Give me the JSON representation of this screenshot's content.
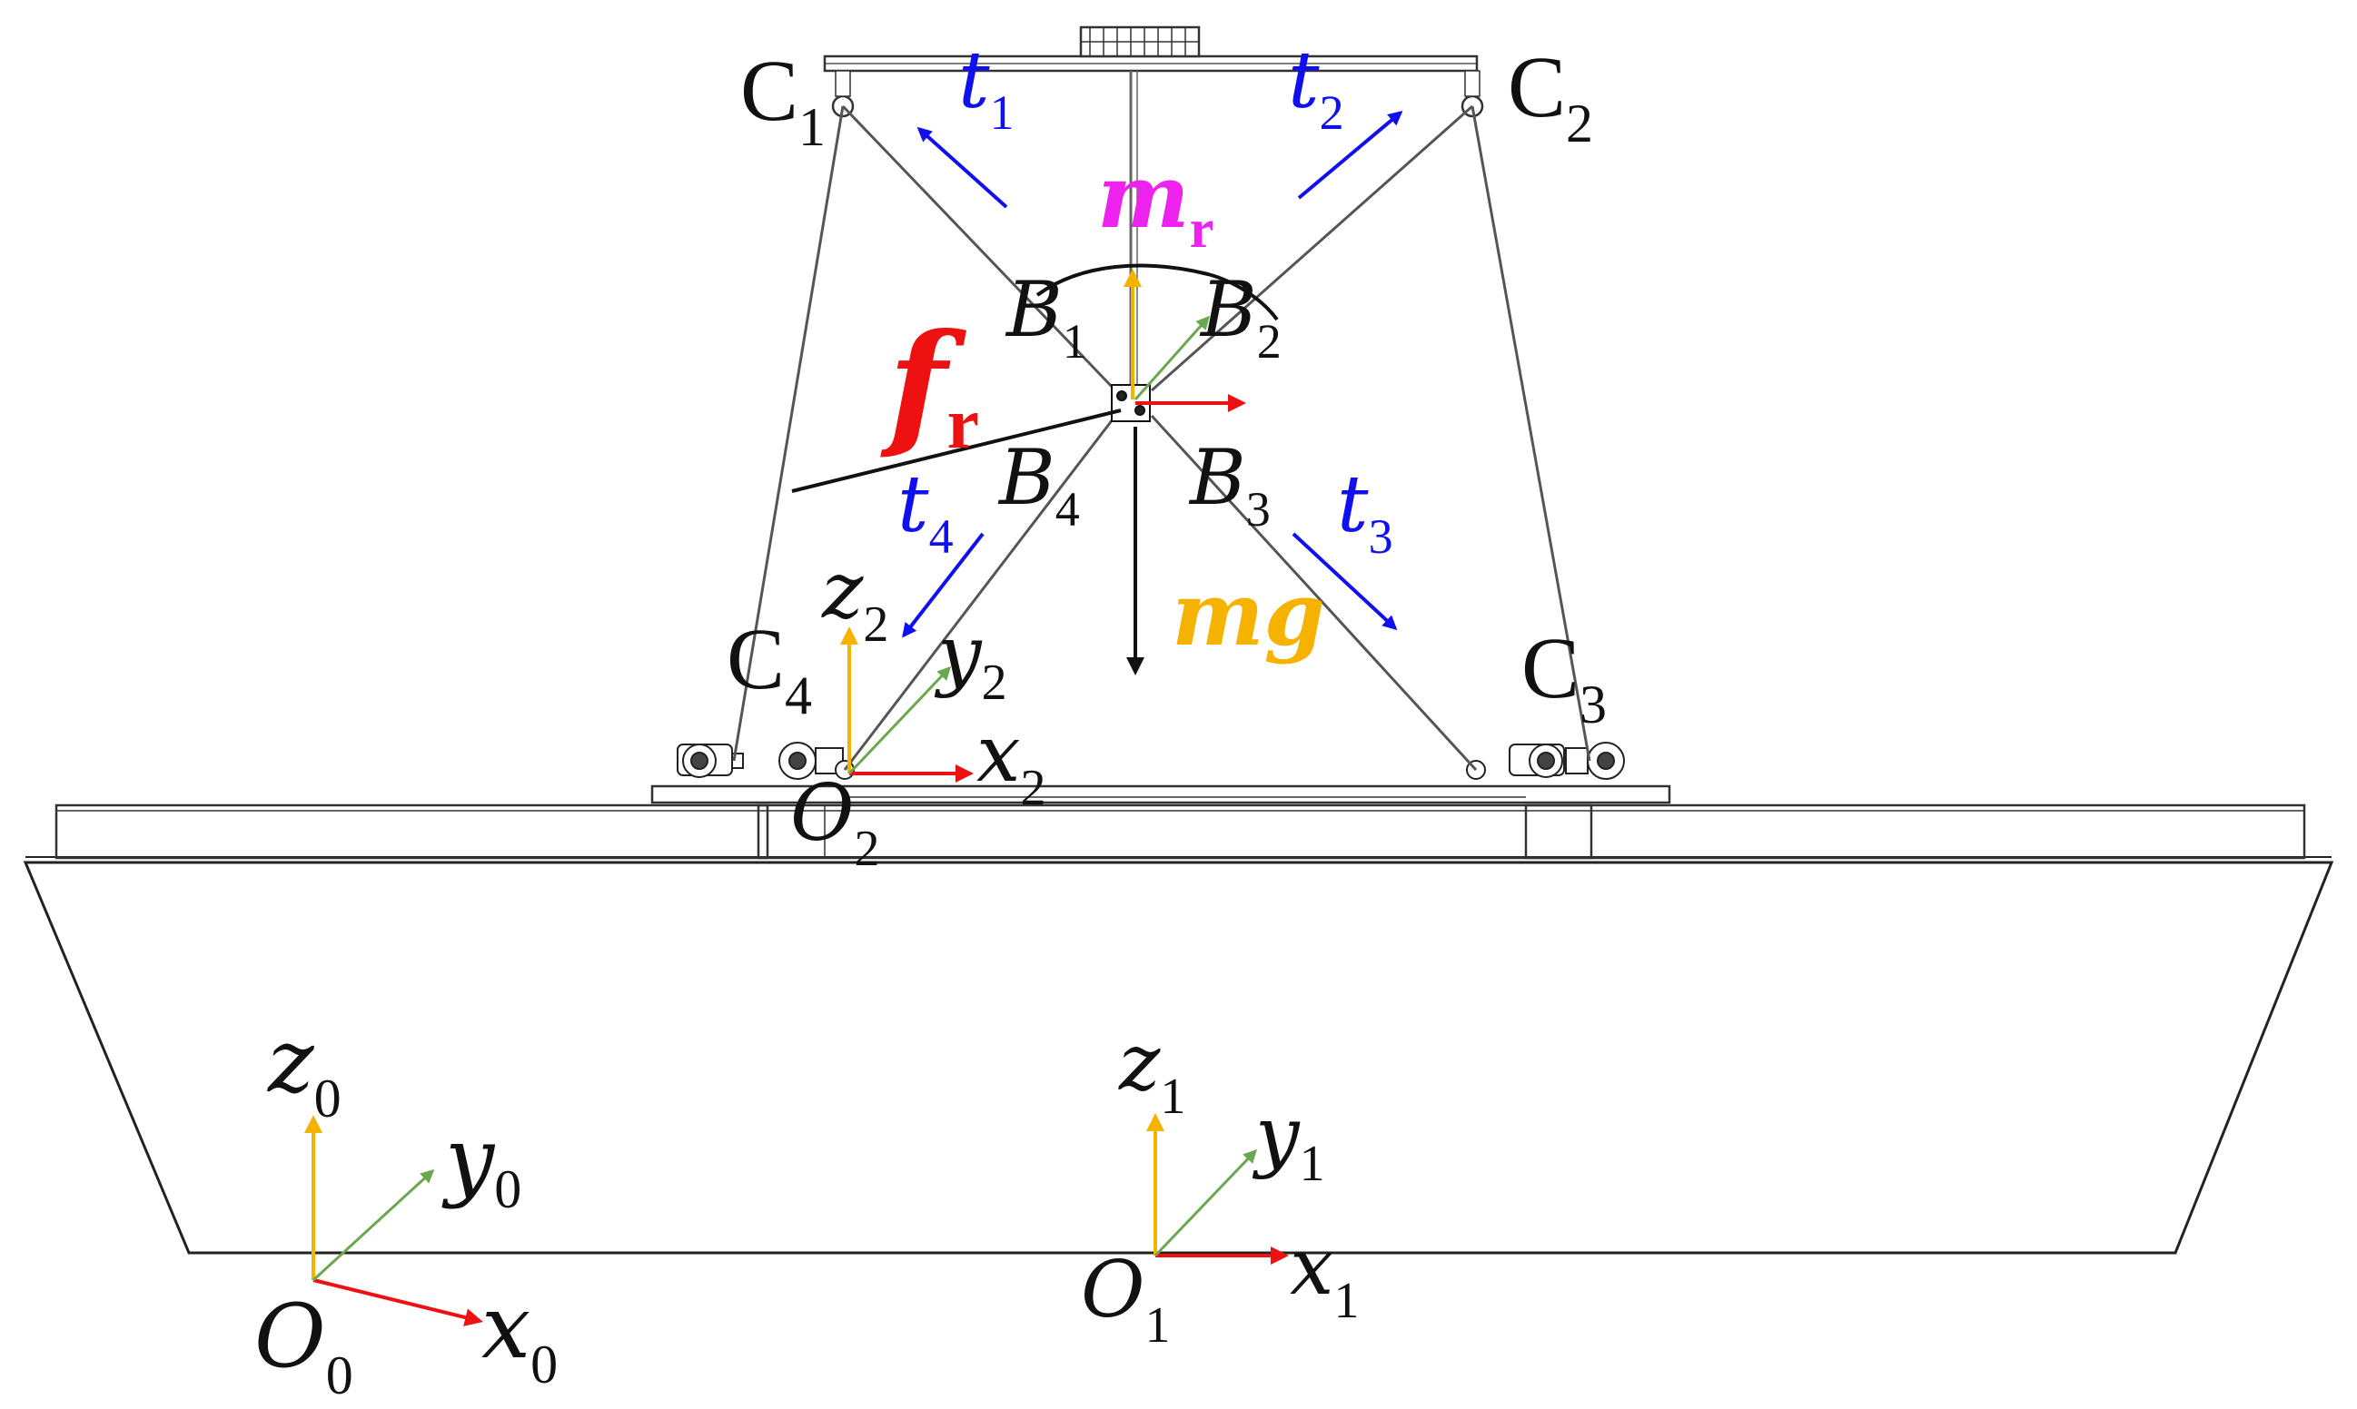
{
  "colors": {
    "x_axis": "#ee1111",
    "y_axis": "#6aa84f",
    "z_axis": "#f5b300",
    "tension": "#1010ee",
    "force": "#ee1111",
    "moment": "#ee22ee",
    "gravity_label": "#f5b300",
    "structure": "#222222",
    "cable": "#555555"
  },
  "labels": {
    "C1": {
      "main": "C",
      "sub": "1"
    },
    "C2": {
      "main": "C",
      "sub": "2"
    },
    "C3": {
      "main": "C",
      "sub": "3"
    },
    "C4": {
      "main": "C",
      "sub": "4"
    },
    "B1": {
      "main": "B",
      "sub": "1"
    },
    "B2": {
      "main": "B",
      "sub": "2"
    },
    "B3": {
      "main": "B",
      "sub": "3"
    },
    "B4": {
      "main": "B",
      "sub": "4"
    },
    "t1": {
      "main": "t",
      "sub": "1"
    },
    "t2": {
      "main": "t",
      "sub": "2"
    },
    "t3": {
      "main": "t",
      "sub": "3"
    },
    "t4": {
      "main": "t",
      "sub": "4"
    },
    "mr": {
      "main": "m",
      "sub": "r"
    },
    "fr": {
      "main": "f",
      "sub": "r"
    },
    "mg": "mg",
    "frame2": {
      "x": {
        "main": "x",
        "sub": "2"
      },
      "y": {
        "main": "y",
        "sub": "2"
      },
      "z": {
        "main": "z",
        "sub": "2"
      },
      "o": {
        "main": "O",
        "sub": "2"
      }
    },
    "frame1": {
      "x": {
        "main": "x",
        "sub": "1"
      },
      "y": {
        "main": "y",
        "sub": "1"
      },
      "z": {
        "main": "z",
        "sub": "1"
      },
      "o": {
        "main": "O",
        "sub": "1"
      }
    },
    "frame0": {
      "x": {
        "main": "x",
        "sub": "0"
      },
      "y": {
        "main": "y",
        "sub": "0"
      },
      "z": {
        "main": "z",
        "sub": "0"
      },
      "o": {
        "main": "O",
        "sub": "0"
      }
    }
  }
}
